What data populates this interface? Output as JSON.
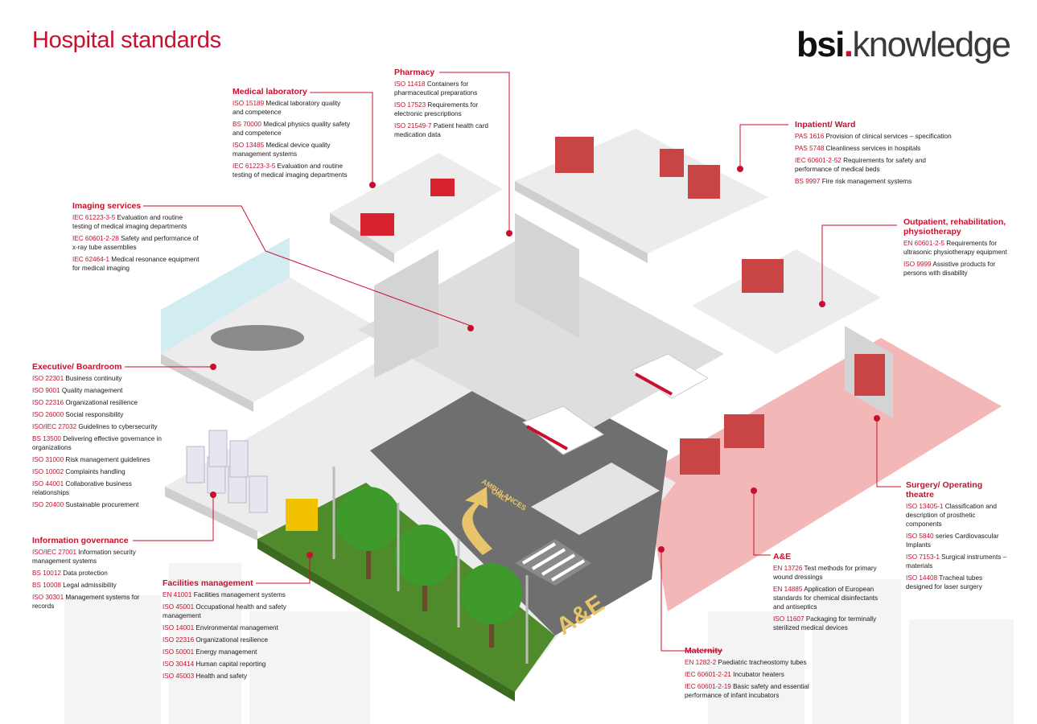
{
  "header": {
    "title": "Hospital standards"
  },
  "logo": {
    "bold": "bsi",
    "dot": ".",
    "rest": "knowledge"
  },
  "colors": {
    "accent": "#c8102e",
    "floor": "#e9e9e9",
    "wall": "#d4d4d4",
    "road": "#6e6e6e",
    "grass": "#4f8a2b",
    "pink_zone": "#f3b7b7"
  },
  "road": {
    "ambulance_label": "AMBULANCES\nONLY",
    "ae_label": "A&E"
  },
  "sections": {
    "medical_laboratory": {
      "heading": "Medical laboratory",
      "items": [
        {
          "code": "ISO 15189",
          "text": " Medical laboratory quality and competence"
        },
        {
          "code": "BS 70000",
          "text": " Medical physics quality safety and competence"
        },
        {
          "code": "ISO 13485",
          "text": " Medical device quality management systems"
        },
        {
          "code": "IEC 61223-3-5",
          "text": " Evaluation and routine testing of medical imaging departments"
        }
      ]
    },
    "pharmacy": {
      "heading": "Pharmacy",
      "items": [
        {
          "code": "ISO 11418",
          "text": " Containers for pharmaceutical preparations"
        },
        {
          "code": "ISO 17523",
          "text": " Requirements for electronic prescriptions"
        },
        {
          "code": "ISO 21549-7",
          "text": " Patient health card medication data"
        }
      ]
    },
    "inpatient_ward": {
      "heading": "Inpatient/ Ward",
      "items": [
        {
          "code": "PAS 1616",
          "text": " Provision of clinical services – specification"
        },
        {
          "code": "PAS 5748",
          "text": " Cleanliness services in hospitals"
        },
        {
          "code": "IEC 60601-2-52",
          "text": " Requirements for safety and performance of medical beds"
        },
        {
          "code": "BS 9997",
          "text": " Fire risk management systems"
        }
      ]
    },
    "imaging_services": {
      "heading": "Imaging services",
      "items": [
        {
          "code": "IEC 61223-3-5",
          "text": " Evaluation and routine testing of medical imaging departments"
        },
        {
          "code": "IEC 60601-2-28",
          "text": " Safety and performance of x-ray tube assemblies"
        },
        {
          "code": "IEC 62464-1",
          "text": " Medical resonance equipment for medical imaging"
        }
      ]
    },
    "outpatient": {
      "heading": "Outpatient, rehabilitation, physiotherapy",
      "items": [
        {
          "code": "EN 60601-2-5",
          "text": " Requirements for ultrasonic physiotherapy equipment"
        },
        {
          "code": "ISO 9999",
          "text": " Assistive products for persons with disability"
        }
      ]
    },
    "executive_boardroom": {
      "heading": "Executive/ Boardroom",
      "items": [
        {
          "code": "ISO 22301",
          "text": " Business continuity"
        },
        {
          "code": "ISO 9001",
          "text": " Quality management"
        },
        {
          "code": "ISO 22316",
          "text": " Organizational resilience"
        },
        {
          "code": "ISO 26000",
          "text": " Social responsibility"
        },
        {
          "code": "ISO/IEC 27032",
          "text": " Guidelines to cybersecurity"
        },
        {
          "code": "BS 13500",
          "text": " Delivering effective governance in organizations"
        },
        {
          "code": "ISO 31000",
          "text": " Risk management guidelines"
        },
        {
          "code": "ISO 10002",
          "text": " Complaints handling"
        },
        {
          "code": "ISO 44001",
          "text": " Collaborative business relationships"
        },
        {
          "code": "ISO 20400",
          "text": " Sustainable procurement"
        }
      ]
    },
    "information_governance": {
      "heading": "Information governance",
      "items": [
        {
          "code": "ISO/IEC 27001",
          "text": " Information security management systems"
        },
        {
          "code": "BS 10012",
          "text": " Data protection"
        },
        {
          "code": "BS 10008",
          "text": " Legal admissibility"
        },
        {
          "code": "ISO 30301",
          "text": " Management systems for records"
        }
      ]
    },
    "facilities_management": {
      "heading": "Facilities management",
      "items": [
        {
          "code": "EN 41001",
          "text": " Facilities management systems"
        },
        {
          "code": "ISO 45001",
          "text": " Occupational health and safety management"
        },
        {
          "code": "ISO 14001",
          "text": " Environmental management"
        },
        {
          "code": "ISO 22316",
          "text": " Organizational resilience"
        },
        {
          "code": "ISO 50001",
          "text": " Energy management"
        },
        {
          "code": "ISO 30414",
          "text": " Human capital reporting"
        },
        {
          "code": "ISO 45003",
          "text": " Health and safety"
        }
      ]
    },
    "surgery": {
      "heading": "Surgery/ Operating theatre",
      "items": [
        {
          "code": "ISO 13405-1",
          "text": " Classification and description of prosthetic components"
        },
        {
          "code": "ISO 5840",
          "text": " series Cardiovascular Implants"
        },
        {
          "code": "ISO 7153-1",
          "text": " Surgical instruments – materials"
        },
        {
          "code": "ISO 14408",
          "text": " Tracheal tubes designed for laser surgery"
        }
      ]
    },
    "ae": {
      "heading": "A&E",
      "items": [
        {
          "code": "EN 13726",
          "text": " Test methods for primary wound dressings"
        },
        {
          "code": "EN 14885",
          "text": " Application of European standards for chemical disinfectants and antiseptics"
        },
        {
          "code": "ISO 11607",
          "text": " Packaging for terminally sterilized medical devices"
        }
      ]
    },
    "maternity": {
      "heading": "Maternity",
      "items": [
        {
          "code": "EN 1282-2",
          "text": " Paediatric tracheostomy tubes"
        },
        {
          "code": "IEC 60601-2-21",
          "text": " Incubator heaters"
        },
        {
          "code": "IEC 60601-2-19",
          "text": " Basic safety and essential performance of infant incubators"
        }
      ]
    }
  }
}
